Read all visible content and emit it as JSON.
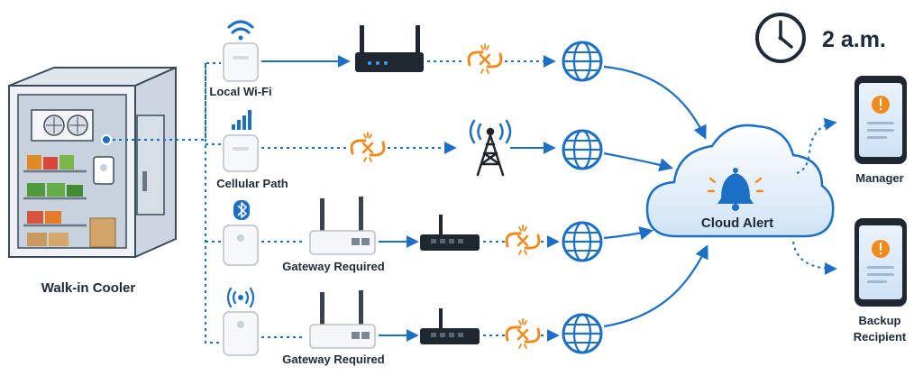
{
  "clock": {
    "time_label": "2 a.m."
  },
  "cooler": {
    "label": "Walk-in Cooler"
  },
  "paths": [
    {
      "label": "Local Wi-Fi",
      "icon": "wifi-icon"
    },
    {
      "label": "Cellular Path",
      "icon": "signal-bars-icon"
    },
    {
      "label": "Gateway Required",
      "icon": "bluetooth-icon"
    },
    {
      "label": "Gateway Required",
      "icon": "radio-waves-icon"
    }
  ],
  "cloud": {
    "label": "Cloud Alert",
    "icon": "bell-icon"
  },
  "recipients": [
    {
      "label": "Manager"
    },
    {
      "label_line1": "Backup",
      "label_line2": "Recipient"
    }
  ],
  "colors": {
    "link_blue": "#1b6fc4",
    "broken_orange": "#f08a1c",
    "navy": "#1d2a3a"
  }
}
